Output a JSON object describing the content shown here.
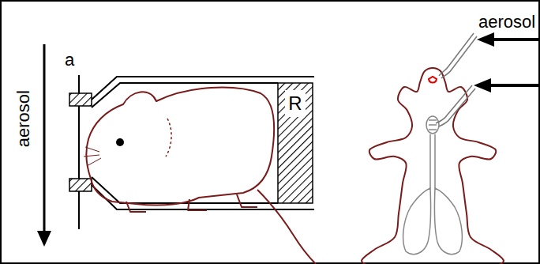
{
  "diagram": {
    "nodes": [
      {
        "text": [
          "R"
        ]
      }
    ],
    "labels": [
      "a",
      "aerosol",
      "aerosol"
    ]
  }
}
